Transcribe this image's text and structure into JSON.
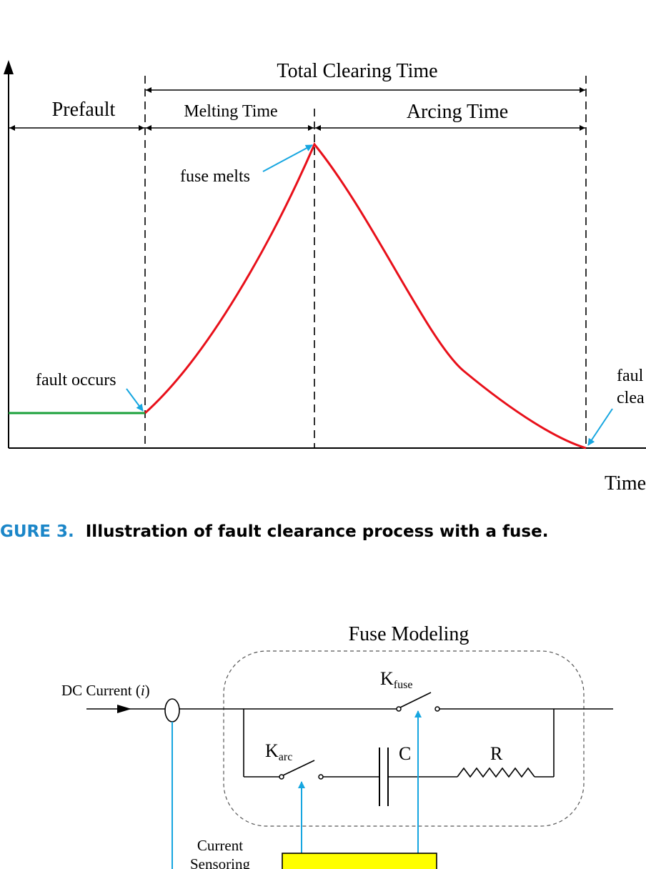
{
  "figure3": {
    "labels": {
      "total_clearing_time": "Total Clearing Time",
      "prefault": "Prefault",
      "melting_time": "Melting Time",
      "arcing_time": "Arcing Time",
      "fuse_melts": "fuse melts",
      "fault_occurs": "fault occurs",
      "fault_cleared_line1": "faul",
      "fault_cleared_line2": "clea",
      "time_axis": "Time"
    },
    "caption": {
      "number": "GURE 3.",
      "text": "Illustration of fault clearance process with a fuse."
    },
    "colors": {
      "curve": "#e8101a",
      "prefault_line": "#1aa03a",
      "pointer": "#16a6e0",
      "caption_number": "#1b86c8"
    }
  },
  "figure4": {
    "labels": {
      "fuse_modeling": "Fuse Modeling",
      "dc_current_prefix": "DC Current (",
      "dc_current_var": "i",
      "dc_current_suffix": ")",
      "k_fuse_main": "K",
      "k_fuse_sub": "fuse",
      "k_arc_main": "K",
      "k_arc_sub": "arc",
      "capacitor": "C",
      "resistor": "R",
      "current_sensoring_line1": "Current",
      "current_sensoring_line2": "Sensoring"
    },
    "colors": {
      "control_block": "#ffff00",
      "signal": "#16a6e0"
    }
  }
}
